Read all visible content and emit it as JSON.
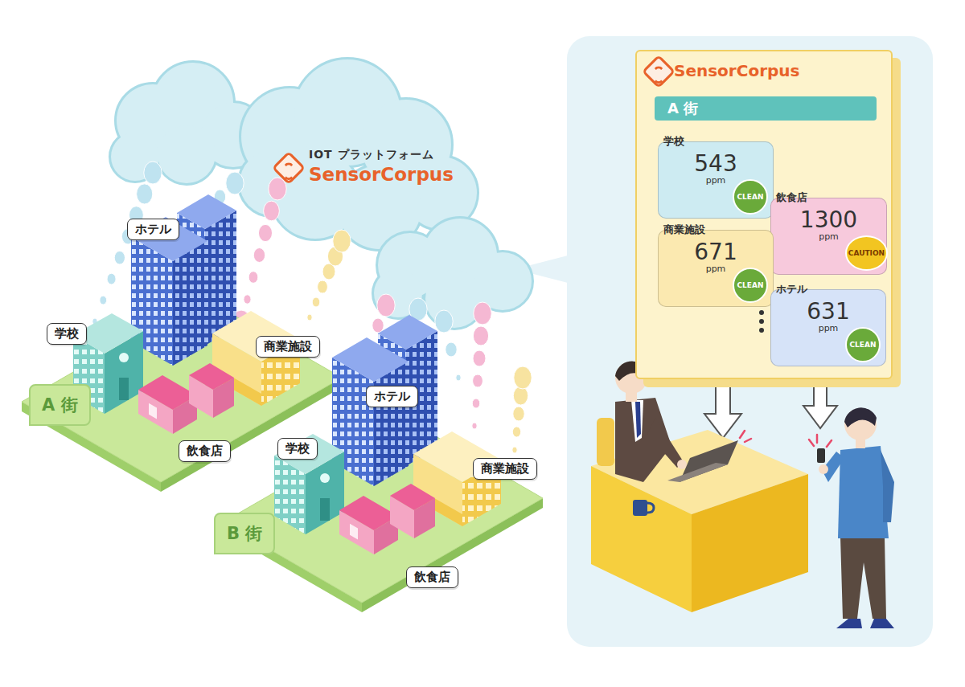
{
  "diagram": {
    "nodes": [
      {
        "text": [
          "IOT プラットフォーム",
          "SensorCorpus"
        ]
      },
      {
        "text": [
          "A 街"
        ]
      },
      {
        "text": [
          "ホテル"
        ]
      },
      {
        "text": [
          "学校"
        ]
      },
      {
        "text": [
          "商業施設"
        ]
      },
      {
        "text": [
          "飲食店"
        ]
      },
      {
        "text": [
          "B 街"
        ]
      },
      {
        "text": [
          "ホテル"
        ]
      },
      {
        "text": [
          "学校"
        ]
      },
      {
        "text": [
          "商業施設"
        ]
      },
      {
        "text": [
          "飲食店"
        ]
      },
      {
        "text": [
          "SensorCorpus"
        ]
      },
      {
        "text": [
          "A 街"
        ],
        "in": 11
      },
      {
        "text": [
          "学校",
          "543",
          "ppm"
        ],
        "in": 11
      },
      {
        "text": [
          "CLEAN"
        ],
        "in": 13
      },
      {
        "text": [
          "飲食店",
          "1300",
          "ppm"
        ],
        "in": 11
      },
      {
        "text": [
          "CAUTION"
        ],
        "in": 15
      },
      {
        "text": [
          "商業施設",
          "671",
          "ppm"
        ],
        "in": 11
      },
      {
        "text": [
          "CLEAN"
        ],
        "in": 17
      },
      {
        "text": [
          "ホテル",
          "631",
          "ppm"
        ],
        "in": 11
      },
      {
        "text": [
          "CLEAN"
        ],
        "in": 19
      }
    ]
  }
}
